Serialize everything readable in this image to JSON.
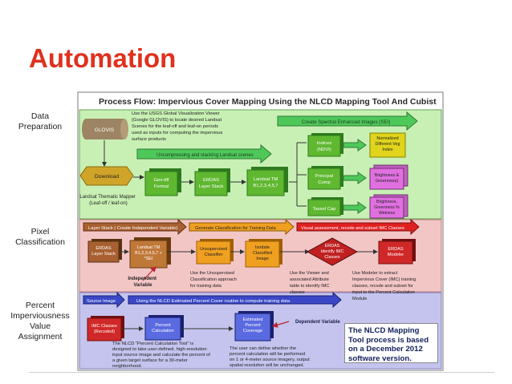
{
  "slide": {
    "title": "Automation"
  },
  "rows": {
    "prep_label": "Data\nPreparation",
    "pixel_label": "Pixel\nClassification",
    "percent_label": "Percent\nImperviousness\nValue\nAssignment"
  },
  "diagram": {
    "title": "Process Flow:  Impervious Cover Mapping Using the NLCD Mapping Tool And Cubist",
    "prep": {
      "glovis": "GLOVIS",
      "glovis_note": [
        "Use the USGS Global Visualization Viewer",
        "(Google GLOVIS) to locate desired Landsat",
        "Scenes for the leaf-off and leaf-on periods",
        "used as inputs for computing the impervious",
        "surface products"
      ],
      "spectral_arrow": "Create Spectral Enhanced Images (SEI)",
      "unzip_arrow": "Uncompressing and stacking Landsat scenes",
      "download": "Download",
      "tm_source": [
        "Landsat Thematic Mapper",
        "(Leaf-off / leaf-on)"
      ],
      "geotiff": [
        "Geo-tiff",
        "Format"
      ],
      "erdas_stack": [
        "ERDAS",
        "Layer Stack"
      ],
      "landsat_tm": [
        "Landsat TM",
        "B1,2,3,4,5,7"
      ],
      "indices": [
        "Indices",
        "(NDVI)"
      ],
      "principal": [
        "Principal",
        "Comp"
      ],
      "tassel": "Tassel Cap",
      "ndvi": [
        "Normalized",
        "Different Veg",
        "Index"
      ],
      "brightness": [
        "Brightness &",
        "Greenness)"
      ],
      "brightness2": [
        "Brightness,",
        "Greenness %",
        "Wetness"
      ]
    },
    "pixel": {
      "layer_arrow": "Layer Stack  ( Create Independent Variable)",
      "generate_arrow": "Generate Classification for Training Data",
      "visual_arrow": "Visual assessment, recode and subset IMC Classes",
      "erdas_stack": [
        "ERDAS",
        "Layer Stack"
      ],
      "landsat_tm": [
        "Landsat TM",
        "B1,2,3,4,5,7 +",
        "*SEI"
      ],
      "unsupervised": [
        "Unsupervised",
        "Classifier"
      ],
      "isodata": [
        "Isodate",
        "Classified",
        "Image"
      ],
      "identify": [
        "ERDAS",
        "Identify IMC",
        "Classes"
      ],
      "modeler": [
        "ERDAS",
        "Modeler"
      ],
      "independent": [
        "Independent",
        "Variable"
      ],
      "unsup_note": [
        "Use the Unsupervised",
        "Classification  approach",
        "for training data"
      ],
      "viewer_note": [
        "Use the Viewer and",
        "associated Attribute",
        "table to identify IMC",
        "classes"
      ],
      "modeler_note": [
        "Use Modeler to extract",
        "Impervious Cover (IMC) training",
        "classes, recode and subset for",
        "input to the Percent Calculation",
        "Module"
      ]
    },
    "percent": {
      "source_image": "Source Image",
      "nlcd_arrow": "Using the NLCD Estimated Percent Cover routine to compute training data",
      "imc_classes": [
        "IMC Classes",
        "(Recoded)"
      ],
      "percent_calc": [
        "Percent",
        "Calculation"
      ],
      "estimated": [
        "Estimated",
        "Percent",
        "Coverage"
      ],
      "dependent": "Dependent Variable",
      "tool_note": [
        "The NLCD  \"Percent Calculation Tool\"  is",
        "designed to take user-defined, high-resolution",
        "input source image and calculate the percent of",
        "a given target surface for a 30-meter",
        "neighborhood."
      ],
      "user_note": [
        "The user can define whether the",
        "percent calculation will be performed",
        "on 1 or 4-meter source imagery, output",
        "spatial resolution will be unchanged."
      ],
      "version_note": "The NLCD Mapping Tool process  is based on a December 2012 software version."
    }
  }
}
